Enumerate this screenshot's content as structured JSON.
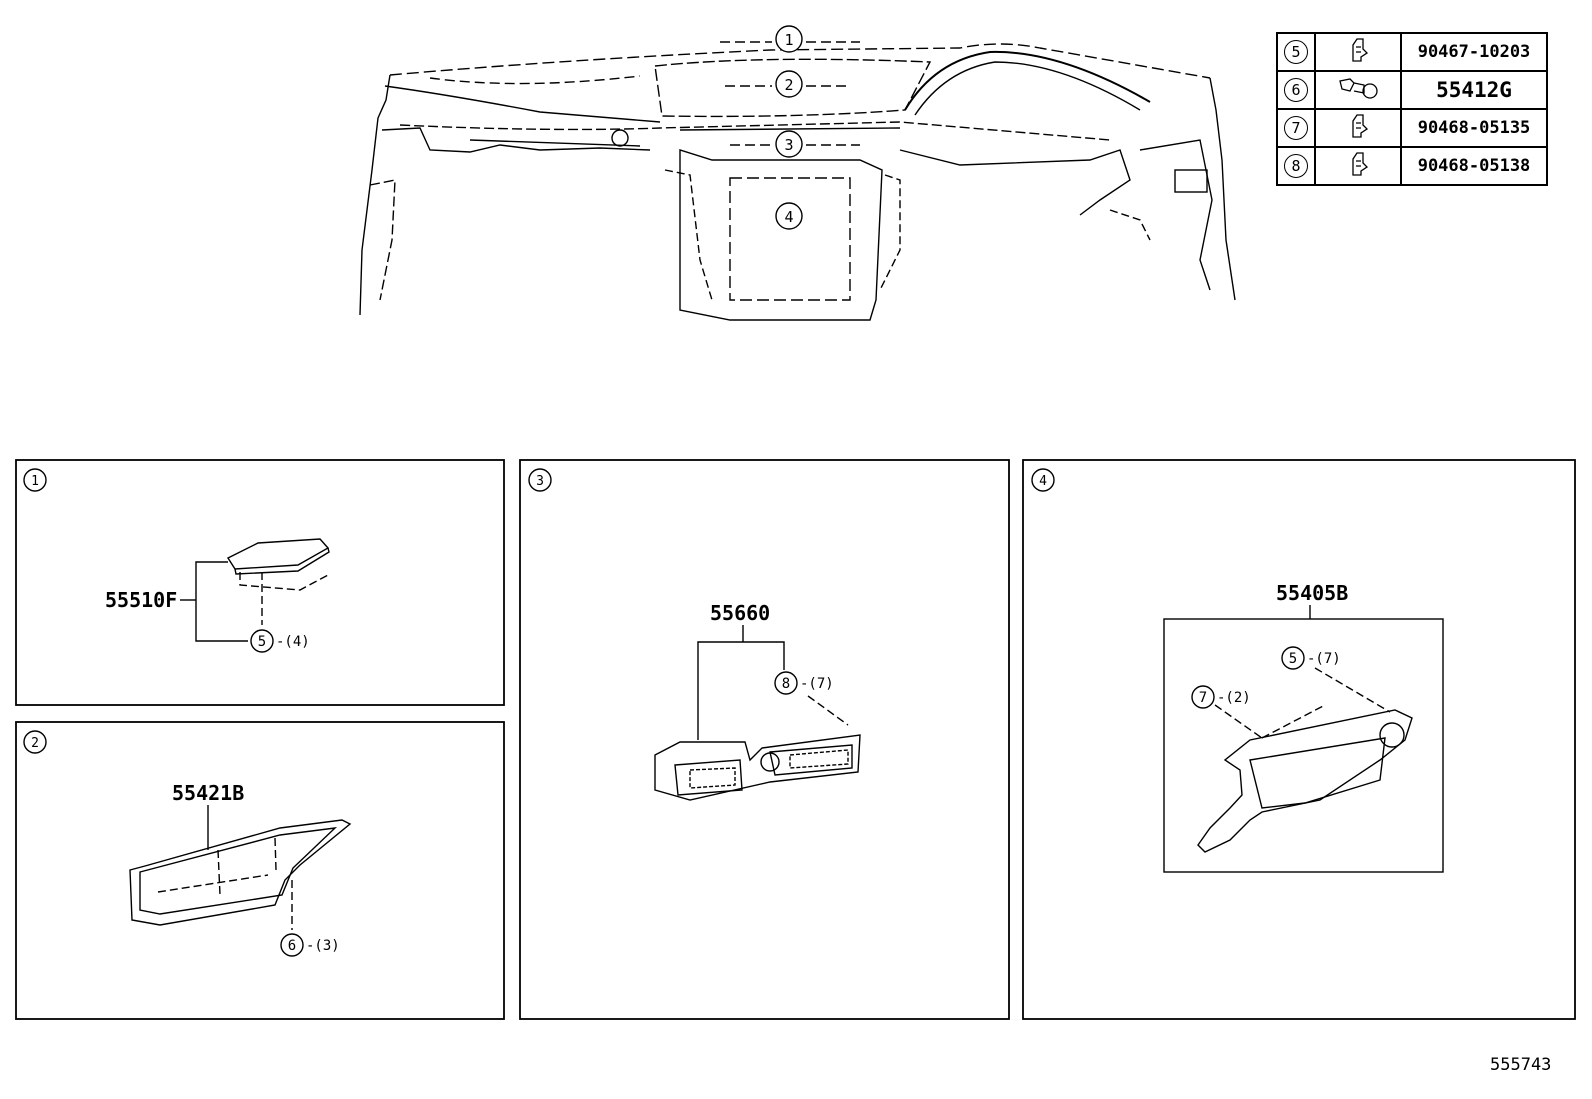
{
  "overview_callouts": [
    "1",
    "2",
    "3",
    "4"
  ],
  "parts_table": [
    {
      "ref": "5",
      "icon": "clip-icon",
      "part_no": "90467-10203"
    },
    {
      "ref": "6",
      "icon": "push-pin-icon",
      "part_no": "55412G"
    },
    {
      "ref": "7",
      "icon": "clip-icon",
      "part_no": "90468-05135"
    },
    {
      "ref": "8",
      "icon": "clip-icon",
      "part_no": "90468-05138"
    }
  ],
  "panels": [
    {
      "ref": "1",
      "part": "55510F",
      "fasteners": [
        {
          "ref": "5",
          "qty": "-(4)"
        }
      ]
    },
    {
      "ref": "2",
      "part": "55421B",
      "fasteners": [
        {
          "ref": "6",
          "qty": "-(3)"
        }
      ]
    },
    {
      "ref": "3",
      "part": "55660",
      "fasteners": [
        {
          "ref": "8",
          "qty": "-(7)"
        }
      ]
    },
    {
      "ref": "4",
      "part": "55405B",
      "fasteners": [
        {
          "ref": "5",
          "qty": "-(7)"
        },
        {
          "ref": "7",
          "qty": "-(2)"
        }
      ]
    }
  ],
  "doc_id": "555743"
}
